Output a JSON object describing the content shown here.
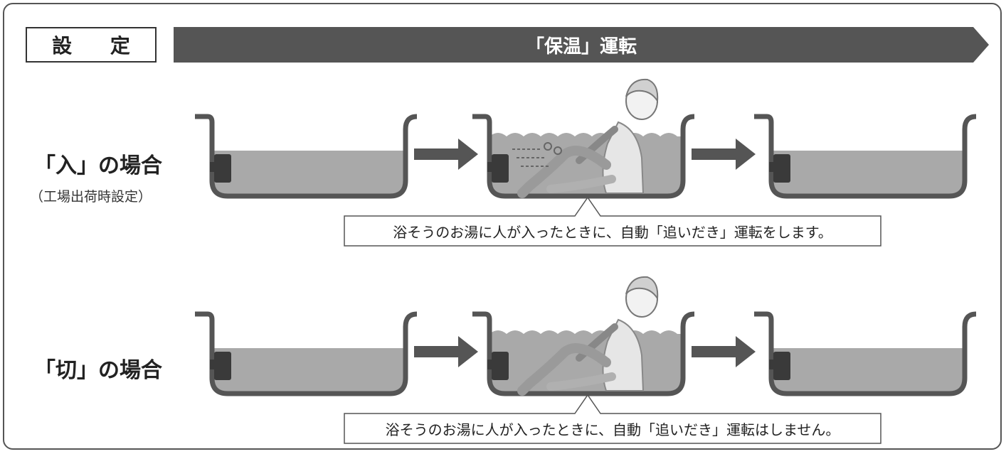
{
  "header": {
    "setting_label": "設 定",
    "mode_title": "「保温」運転"
  },
  "rows": [
    {
      "label": "「入」の場合",
      "sublabel": "（工場出荷時設定）",
      "callout": "浴そうのお湯に人が入ったときに、自動「追いだき」運転をします。"
    },
    {
      "label": "「切」の場合",
      "callout": "浴そうのお湯に人が入ったときに、自動「追いだき」運転はしません。"
    }
  ],
  "colors": {
    "banner": "#555555",
    "water": "#a9a9a9",
    "tub": "#555555",
    "arrow": "#555555"
  }
}
